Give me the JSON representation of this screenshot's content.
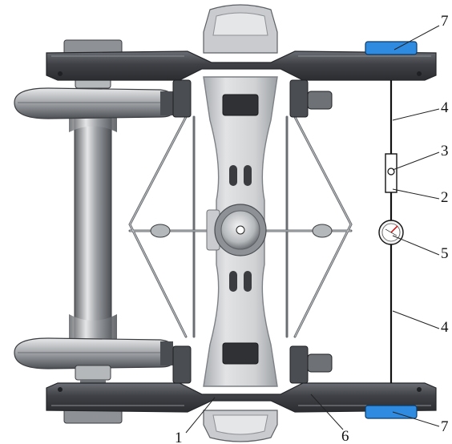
{
  "colors": {
    "frame_dark": "#3b3d42",
    "frame_mid": "#5a5d63",
    "bolster_light": "#d4d6d8",
    "bolster_edge": "#8e9195",
    "wheel_light": "#c4c6c8",
    "wheel_dark": "#6f7276",
    "pad_blue": "#2e8be0",
    "background": "#ffffff"
  },
  "callouts": [
    {
      "id": "c7a",
      "label": "7"
    },
    {
      "id": "c4a",
      "label": "4"
    },
    {
      "id": "c3",
      "label": "3"
    },
    {
      "id": "c2",
      "label": "2"
    },
    {
      "id": "c5",
      "label": "5"
    },
    {
      "id": "c4b",
      "label": "4"
    },
    {
      "id": "c7b",
      "label": "7"
    },
    {
      "id": "c1",
      "label": "1"
    },
    {
      "id": "c6",
      "label": "6"
    }
  ]
}
